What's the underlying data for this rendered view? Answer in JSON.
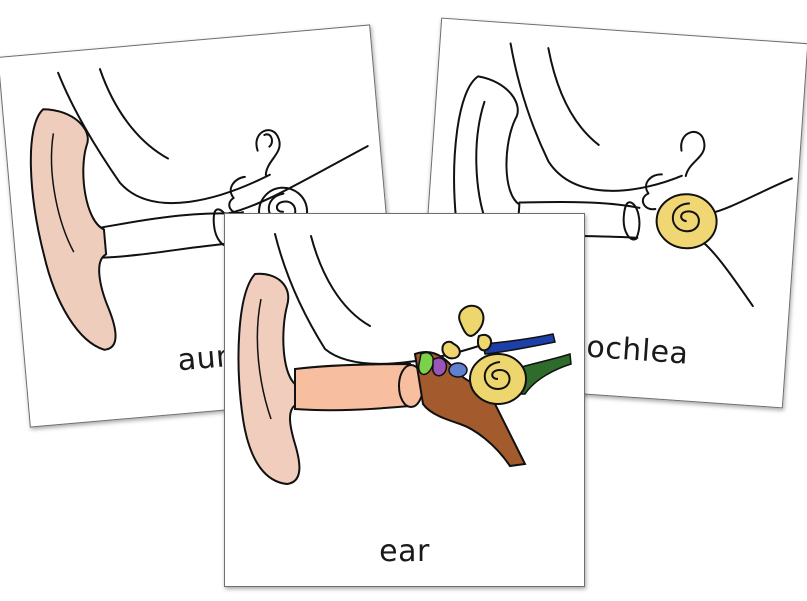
{
  "cards": {
    "left": {
      "label": "auricle",
      "highlight_color": "#efcdbc"
    },
    "right": {
      "label": "cochlea",
      "highlight_color": "#f1d774"
    },
    "front": {
      "label": "ear",
      "colors": {
        "auricle": "#f0cdbc",
        "canal": "#f7bea0",
        "eustachian": "#a35a2c",
        "cochlea": "#edd66d",
        "vestibular_nerve": "#1f3fa8",
        "cochlear_nerve": "#2f6b2a",
        "ossicle_green": "#7bd14a",
        "ossicle_purple": "#9b55b8",
        "ossicle_blue": "#5f7fd0"
      }
    }
  },
  "icons": [
    "ear-diagram-auricle",
    "ear-diagram-cochlea",
    "ear-diagram-full"
  ]
}
